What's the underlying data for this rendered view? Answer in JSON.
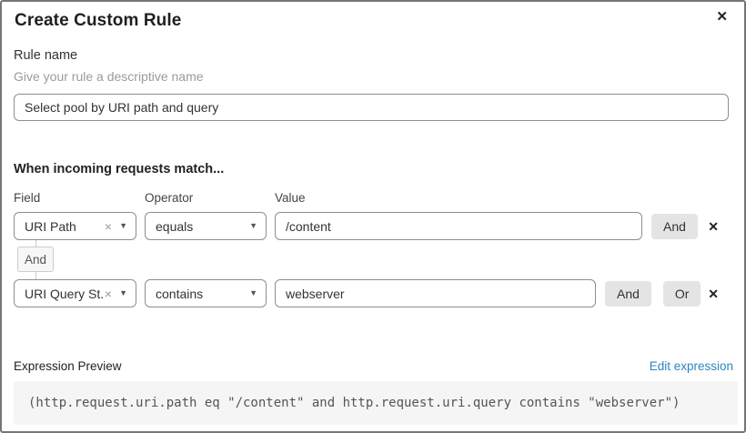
{
  "dialog": {
    "title": "Create Custom Rule"
  },
  "icons": {
    "close": "✕",
    "clear": "×",
    "caret": "▼",
    "remove": "✕"
  },
  "rule_name": {
    "label": "Rule name",
    "helper": "Give your rule a descriptive name",
    "value": "Select pool by URI path and query"
  },
  "match": {
    "heading": "When incoming requests match...",
    "columns": {
      "field": "Field",
      "operator": "Operator",
      "value": "Value"
    },
    "rows": [
      {
        "field": "URI Path",
        "operator": "equals",
        "value": "/content",
        "and_label": "And"
      },
      {
        "field": "URI Query St...",
        "operator": "contains",
        "value": "webserver",
        "and_label": "And",
        "or_label": "Or"
      }
    ],
    "connector": "And"
  },
  "expression": {
    "label": "Expression Preview",
    "edit_link": "Edit expression",
    "code": "(http.request.uri.path eq \"/content\" and http.request.uri.query contains \"webserver\")"
  },
  "colors": {
    "link": "#2e86bf",
    "button_bg": "#e4e4e4",
    "preview_bg": "#f5f5f5",
    "input_border": "#8e8e8e"
  }
}
